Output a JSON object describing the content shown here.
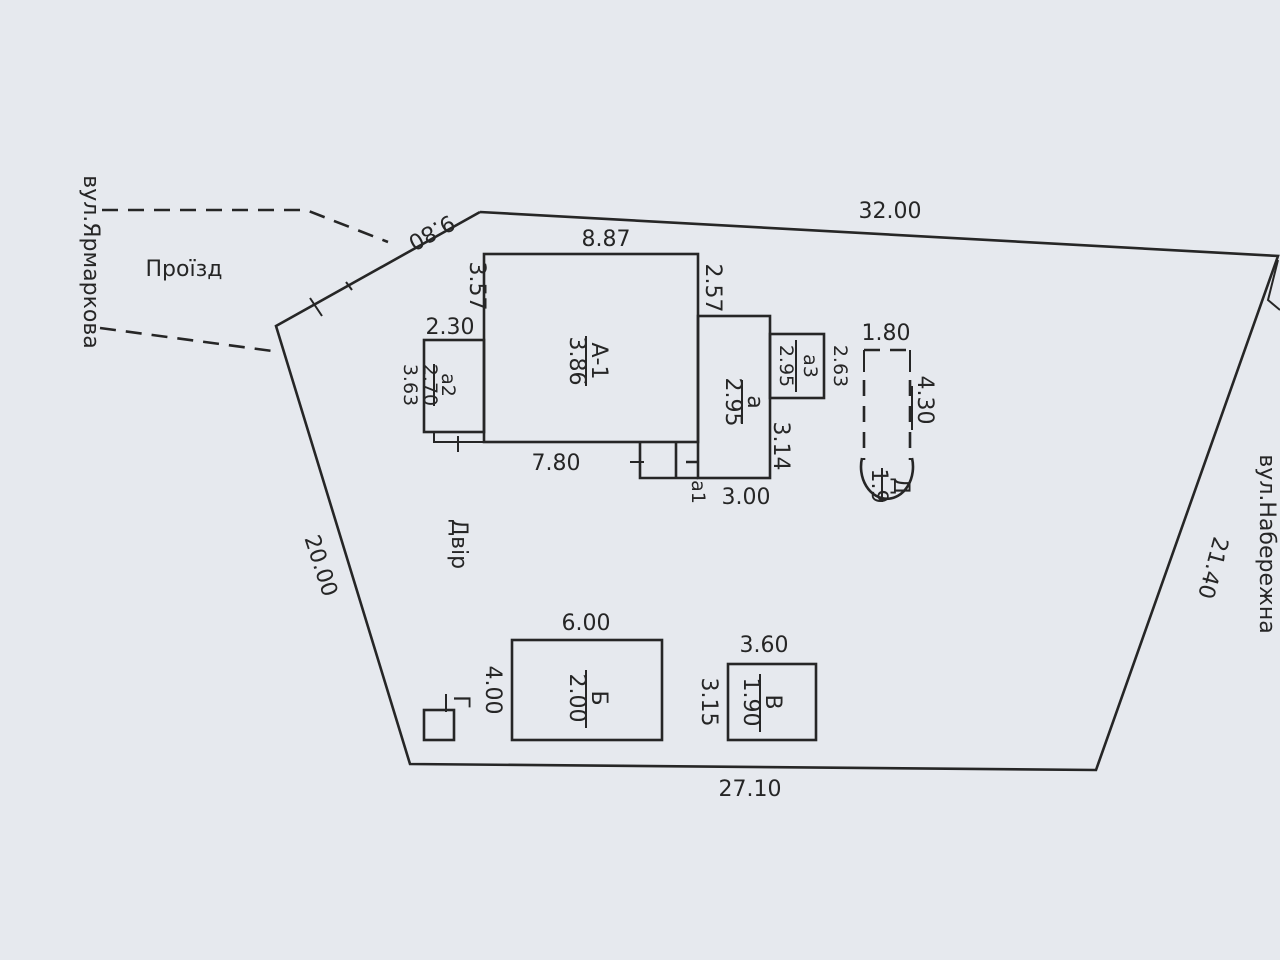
{
  "streets": {
    "yarmarkova": "вул.Ярмаркова",
    "naberezhna": "вул.Набережна"
  },
  "areas": {
    "proizd": "Проїзд",
    "dvir": "Двір"
  },
  "plot": {
    "top": "32.00",
    "left": "20.00",
    "bottom": "27.10",
    "right": "21.40",
    "corner": "9.80"
  },
  "house": {
    "letter": "А-1",
    "height": "3.86",
    "width_top": "8.87",
    "width_bottom": "7.80",
    "left_side": "3.57",
    "right_side": "2.57"
  },
  "a2": {
    "letter": "а2",
    "height": "2.70",
    "width": "2.30",
    "depth": "3.63"
  },
  "a": {
    "letter": "а",
    "height": "2.95",
    "width": "3.00",
    "depth": "3.14"
  },
  "a3": {
    "letter": "а3",
    "height": "2.95",
    "depth": "2.63"
  },
  "a1": {
    "letter": "а1"
  },
  "d": {
    "letter": "Д",
    "height": "1.9",
    "width": "1.80",
    "length": "4.30"
  },
  "b": {
    "letter": "Б",
    "height": "2.00",
    "width": "6.00",
    "depth": "4.00"
  },
  "v": {
    "letter": "В",
    "height": "1.90",
    "width": "3.60",
    "depth": "3.15"
  },
  "g": {
    "letter": "Г"
  },
  "colors": {
    "paper": "#e6e9ee",
    "ink": "#262626"
  }
}
